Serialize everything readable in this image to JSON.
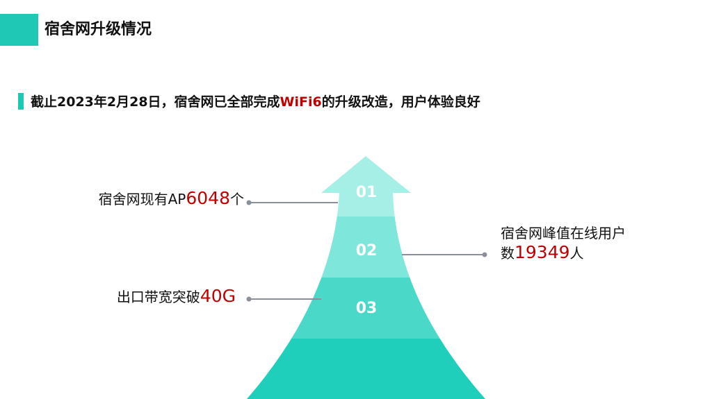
{
  "header": {
    "title": "宿舍网升级情况"
  },
  "subtitle": {
    "prefix": "截止2023年2月28日，宿舍网已全部完成",
    "highlight": "WiFi6",
    "suffix": "的升级改造，用户体验良好"
  },
  "arrow": {
    "steps": [
      {
        "label": "01"
      },
      {
        "label": "02"
      },
      {
        "label": "03"
      }
    ]
  },
  "callouts": {
    "ap": {
      "prefix": "宿舍网现有AP",
      "value": "6048",
      "suffix": "个"
    },
    "peak": {
      "line1": "宿舍网峰值在线用户",
      "prefix": "数",
      "value": "19349",
      "suffix": "人"
    },
    "bandwidth": {
      "prefix": "出口带宽突破",
      "value": "40G"
    }
  },
  "colors": {
    "accent": "#1ec8b4",
    "highlight": "#c00000",
    "connector": "#8a9099"
  }
}
